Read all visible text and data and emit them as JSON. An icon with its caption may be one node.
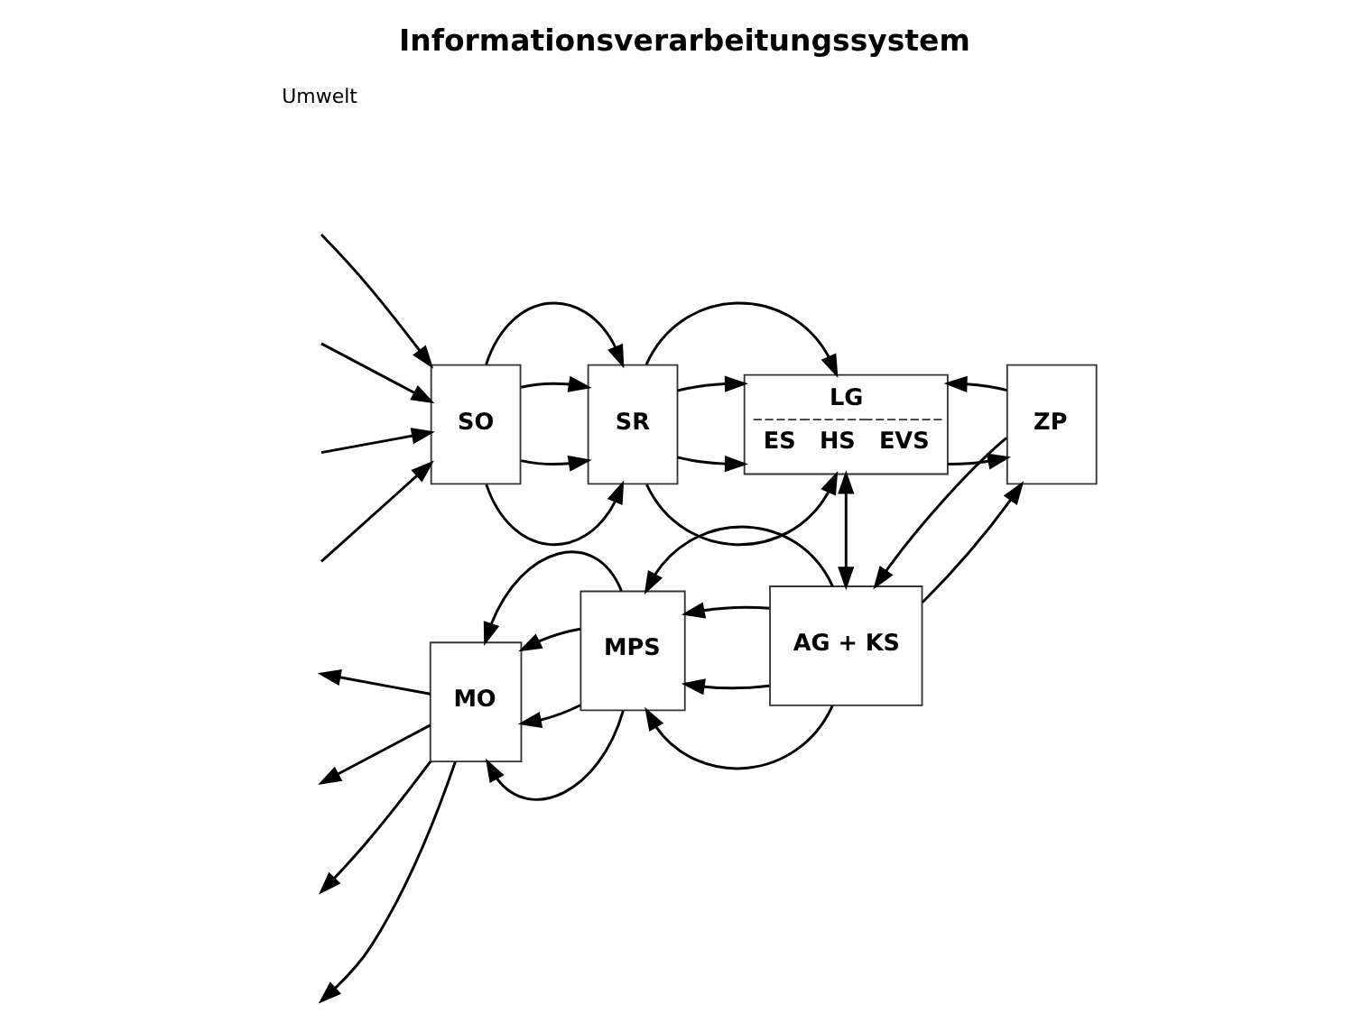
{
  "diagram": {
    "title": "Informationsverarbeitungssystem",
    "nodes": [
      {
        "text": [
          "SO"
        ]
      },
      {
        "text": [
          "SR"
        ]
      },
      {
        "text": [
          "LG",
          "ES",
          "HS",
          "EVS"
        ]
      },
      {
        "text": [
          "ZP"
        ]
      },
      {
        "text": [
          "MO"
        ]
      },
      {
        "text": [
          "MPS"
        ]
      },
      {
        "text": [
          "AG + KS"
        ]
      }
    ],
    "edges": [
      {
        "from": null,
        "to": 0,
        "arrow": "to"
      },
      {
        "from": null,
        "to": 0,
        "arrow": "to"
      },
      {
        "from": null,
        "to": 0,
        "arrow": "to"
      },
      {
        "from": null,
        "to": 0,
        "arrow": "to"
      },
      {
        "from": 0,
        "to": 1,
        "arrow": "to"
      },
      {
        "from": 0,
        "to": 1,
        "arrow": "to"
      },
      {
        "from": 0,
        "to": 1,
        "arrow": "to"
      },
      {
        "from": 0,
        "to": 1,
        "arrow": "to"
      },
      {
        "from": 1,
        "to": 2,
        "arrow": "to"
      },
      {
        "from": 1,
        "to": 2,
        "arrow": "to"
      },
      {
        "from": 1,
        "to": 2,
        "arrow": "to"
      },
      {
        "from": 1,
        "to": 2,
        "arrow": "to"
      },
      {
        "from": 2,
        "to": 3,
        "arrow": "to"
      },
      {
        "from": 3,
        "to": 2,
        "arrow": "to"
      },
      {
        "from": 2,
        "to": 6,
        "arrow": "both"
      },
      {
        "from": 3,
        "to": 6,
        "arrow": "to"
      },
      {
        "from": 6,
        "to": 3,
        "arrow": "to"
      },
      {
        "from": 6,
        "to": 5,
        "arrow": "to"
      },
      {
        "from": 6,
        "to": 5,
        "arrow": "to"
      },
      {
        "from": 6,
        "to": 5,
        "arrow": "to"
      },
      {
        "from": 6,
        "to": 5,
        "arrow": "to"
      },
      {
        "from": 5,
        "to": 4,
        "arrow": "to"
      },
      {
        "from": 5,
        "to": 4,
        "arrow": "to"
      },
      {
        "from": 5,
        "to": 4,
        "arrow": "to"
      },
      {
        "from": 5,
        "to": 4,
        "arrow": "to"
      },
      {
        "from": 4,
        "to": null,
        "arrow": "to"
      },
      {
        "from": 4,
        "to": null,
        "arrow": "to"
      },
      {
        "from": 4,
        "to": null,
        "arrow": "to"
      },
      {
        "from": 4,
        "to": null,
        "arrow": "to"
      }
    ],
    "labels": [
      "Umwelt"
    ]
  }
}
